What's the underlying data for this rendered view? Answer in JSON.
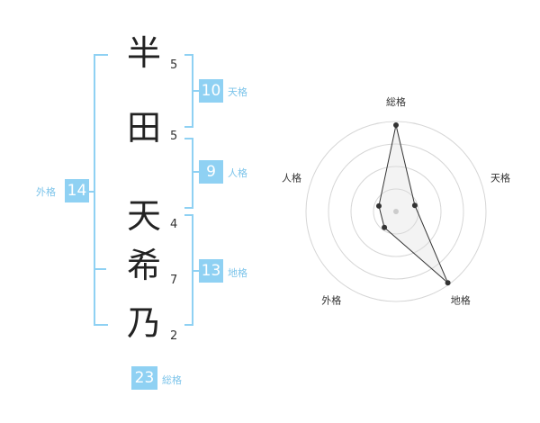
{
  "name": {
    "chars": [
      {
        "char": "半",
        "strokes": "5"
      },
      {
        "char": "田",
        "strokes": "5"
      },
      {
        "char": "天",
        "strokes": "4"
      },
      {
        "char": "希",
        "strokes": "7"
      },
      {
        "char": "乃",
        "strokes": "2"
      }
    ]
  },
  "fortunes": {
    "tenkaku": {
      "label": "天格",
      "value": "10"
    },
    "jinkaku": {
      "label": "人格",
      "value": "9"
    },
    "chikaku": {
      "label": "地格",
      "value": "13"
    },
    "gaikaku": {
      "label": "外格",
      "value": "14"
    },
    "soukaku": {
      "label": "総格",
      "value": "23"
    }
  },
  "colors": {
    "accent": "#8fd1f3",
    "label": "#7cc4ea"
  },
  "chart_data": {
    "type": "radar",
    "axes": [
      "総格",
      "天格",
      "地格",
      "外格",
      "人格"
    ],
    "values": [
      23,
      10,
      13,
      14,
      9
    ],
    "point_radius_fraction": [
      0.96,
      0.22,
      0.98,
      0.22,
      0.2
    ],
    "rings": 4,
    "grid": true
  }
}
